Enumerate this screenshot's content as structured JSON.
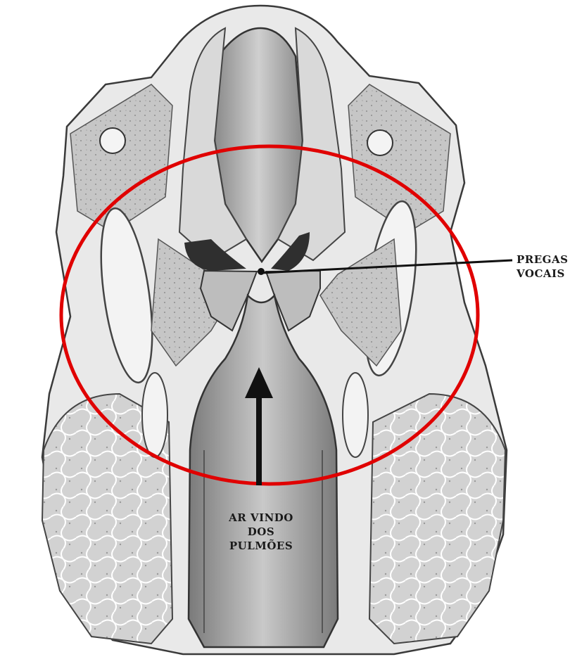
{
  "labels": {
    "vocal_folds": [
      "PREGAS",
      "VOCAIS"
    ],
    "airflow": [
      "AR VINDO",
      "DOS PULMÕES"
    ]
  },
  "colors": {
    "highlight_ellipse": "#e00000",
    "tissue_light": "#e6e6e6",
    "tissue_mid": "#bdbdbd",
    "tissue_dark": "#7d7d7d",
    "outline": "#3a3a3a",
    "airway": "#a8a8a8",
    "arrow": "#111111"
  },
  "icons": {
    "arrow": "up-arrow-icon"
  }
}
